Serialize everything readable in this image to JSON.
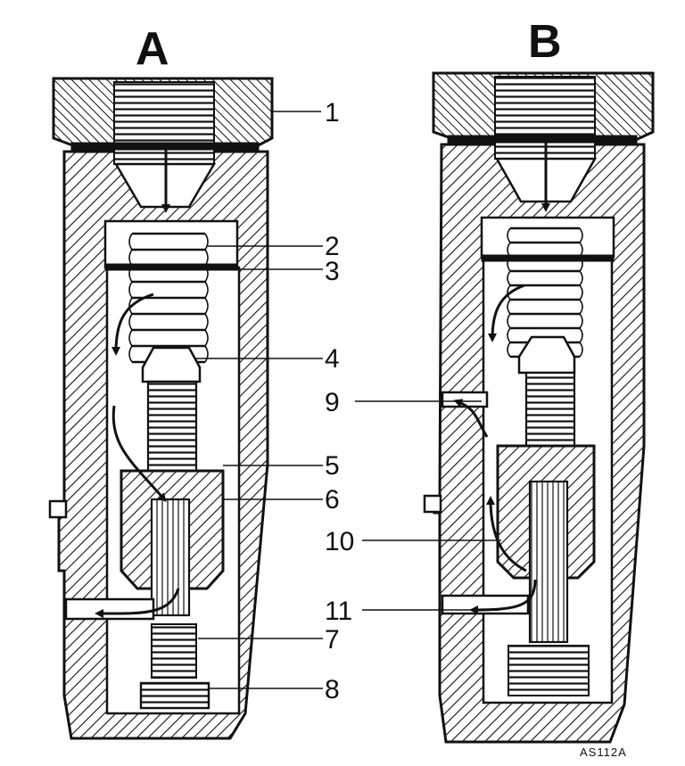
{
  "views": [
    {
      "id": "A",
      "label": "A"
    },
    {
      "id": "B",
      "label": "B"
    }
  ],
  "callouts_a": [
    {
      "label": "1"
    },
    {
      "label": "2"
    },
    {
      "label": "3"
    },
    {
      "label": "4"
    },
    {
      "label": "5"
    },
    {
      "label": "6"
    },
    {
      "label": "7"
    },
    {
      "label": "8"
    }
  ],
  "callouts_b": [
    {
      "label": "9"
    },
    {
      "label": "10"
    },
    {
      "label": "11"
    }
  ],
  "reference_code": "AS112A"
}
